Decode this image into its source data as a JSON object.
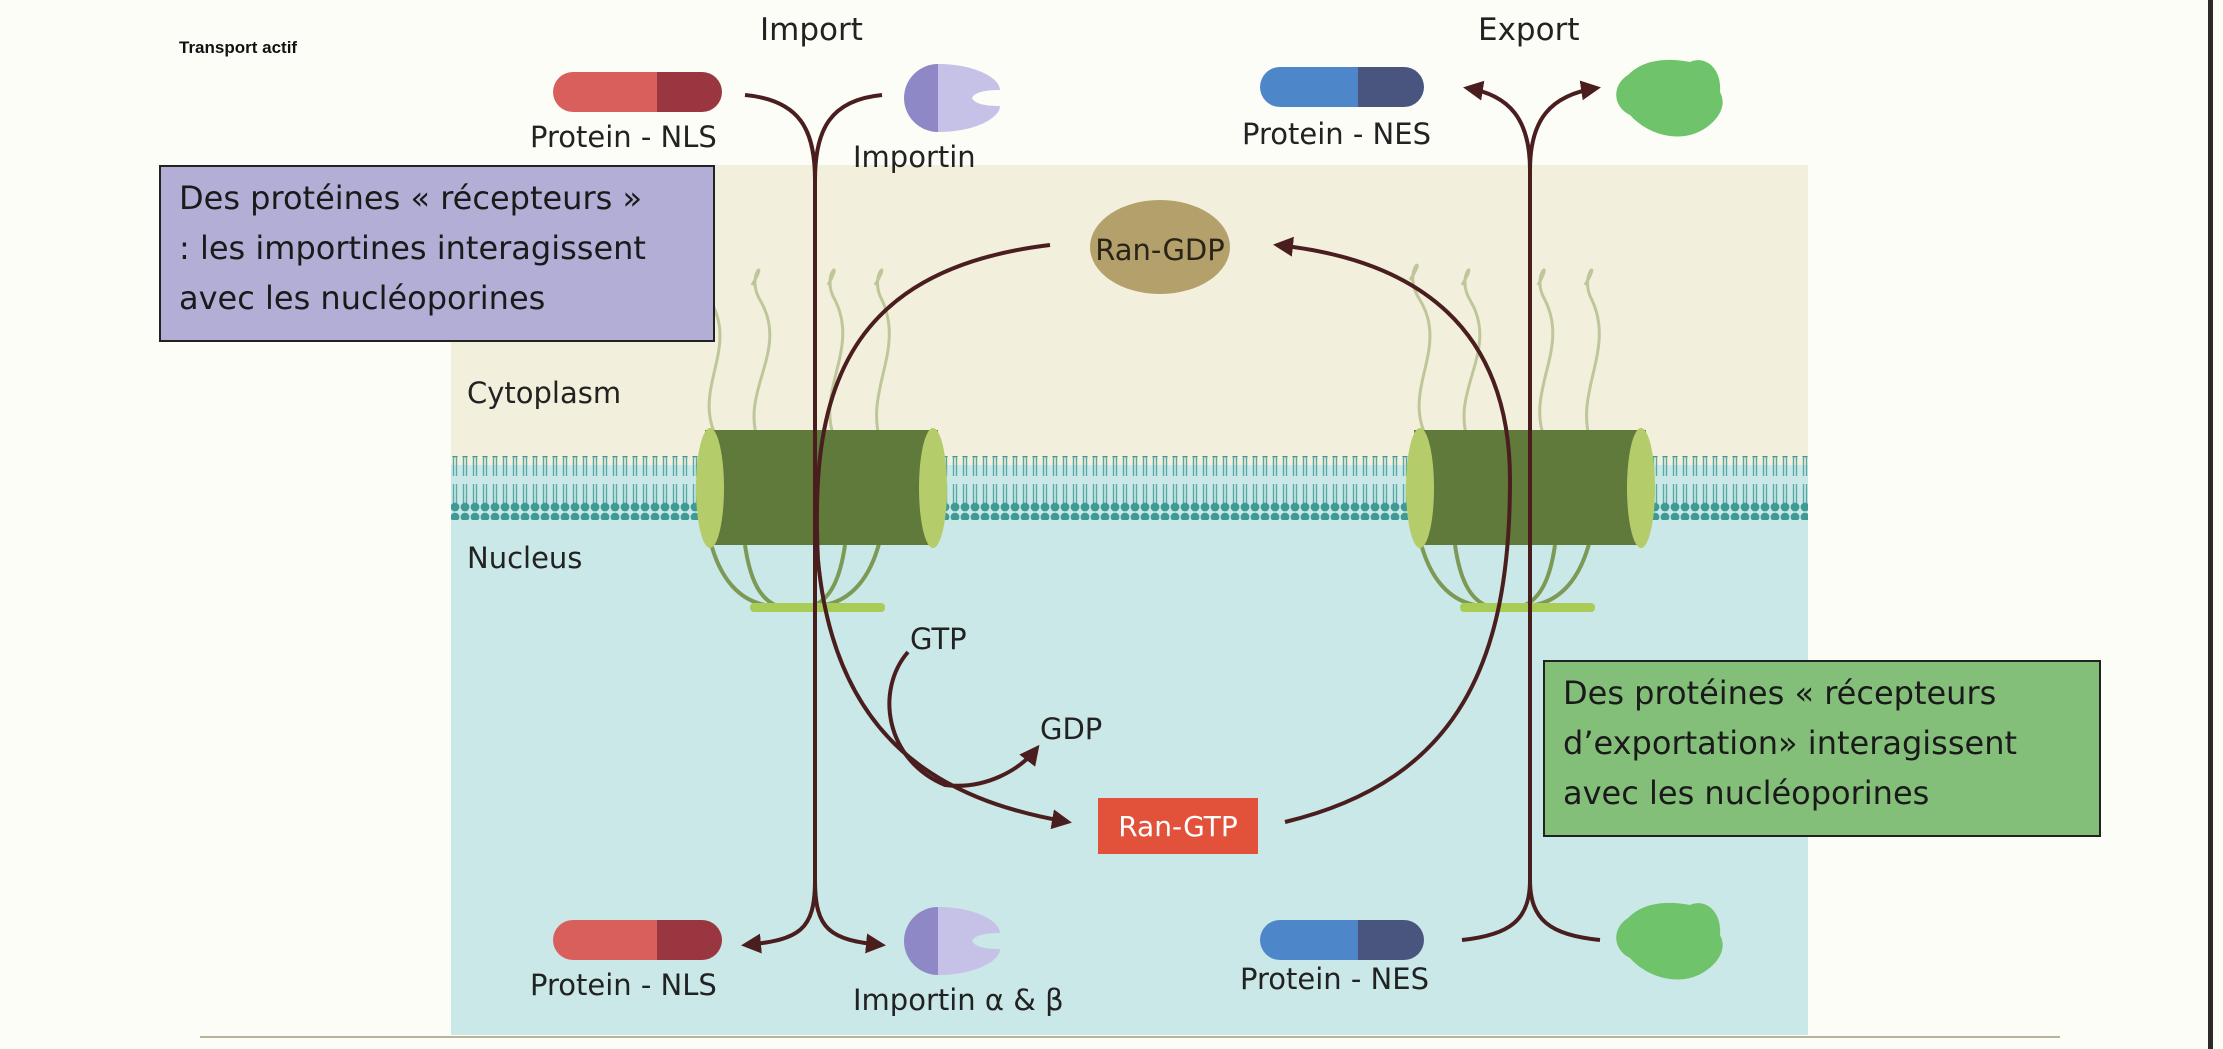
{
  "slide": {
    "title": "Transport actif"
  },
  "headers": {
    "import": "Import",
    "export": "Export"
  },
  "regions": {
    "cytoplasm": "Cytoplasm",
    "nucleus": "Nucleus"
  },
  "molecules": {
    "protein_nls_top": "Protein - NLS",
    "importin_top": "Importin",
    "protein_nes_top": "Protein - NES",
    "protein_nls_bottom": "Protein - NLS",
    "importin_bottom": "Importin α & β",
    "protein_nes_bottom": "Protein - NES",
    "ran_gdp": "Ran-GDP",
    "ran_gtp": "Ran-GTP",
    "gtp": "GTP",
    "gdp": "GDP"
  },
  "callouts": {
    "import_lines": [
      "Des protéines « récepteurs »",
      ": les importines interagissent",
      "avec les nucléoporines"
    ],
    "export_lines": [
      "Des protéines « récepteurs",
      "d’exportation» interagissent",
      "avec les nucléoporines"
    ]
  },
  "colors": {
    "cytoplasm": "#f2efdc",
    "nucleus": "#c9e8e7",
    "pore": "#5f7a3a",
    "pore_rim": "#b5cc6a",
    "membrane": "#3f9a95",
    "arrow": "#4a1e1e",
    "nls": "#d95f5c",
    "nes": "#4d87c9",
    "importin": "#8f88c7",
    "exportin": "#6fc36a",
    "ran_gdp": "#b4a06a",
    "ran_gtp": "#e2523a",
    "callout_import": "#b2aed6",
    "callout_export": "#84bf7a"
  }
}
